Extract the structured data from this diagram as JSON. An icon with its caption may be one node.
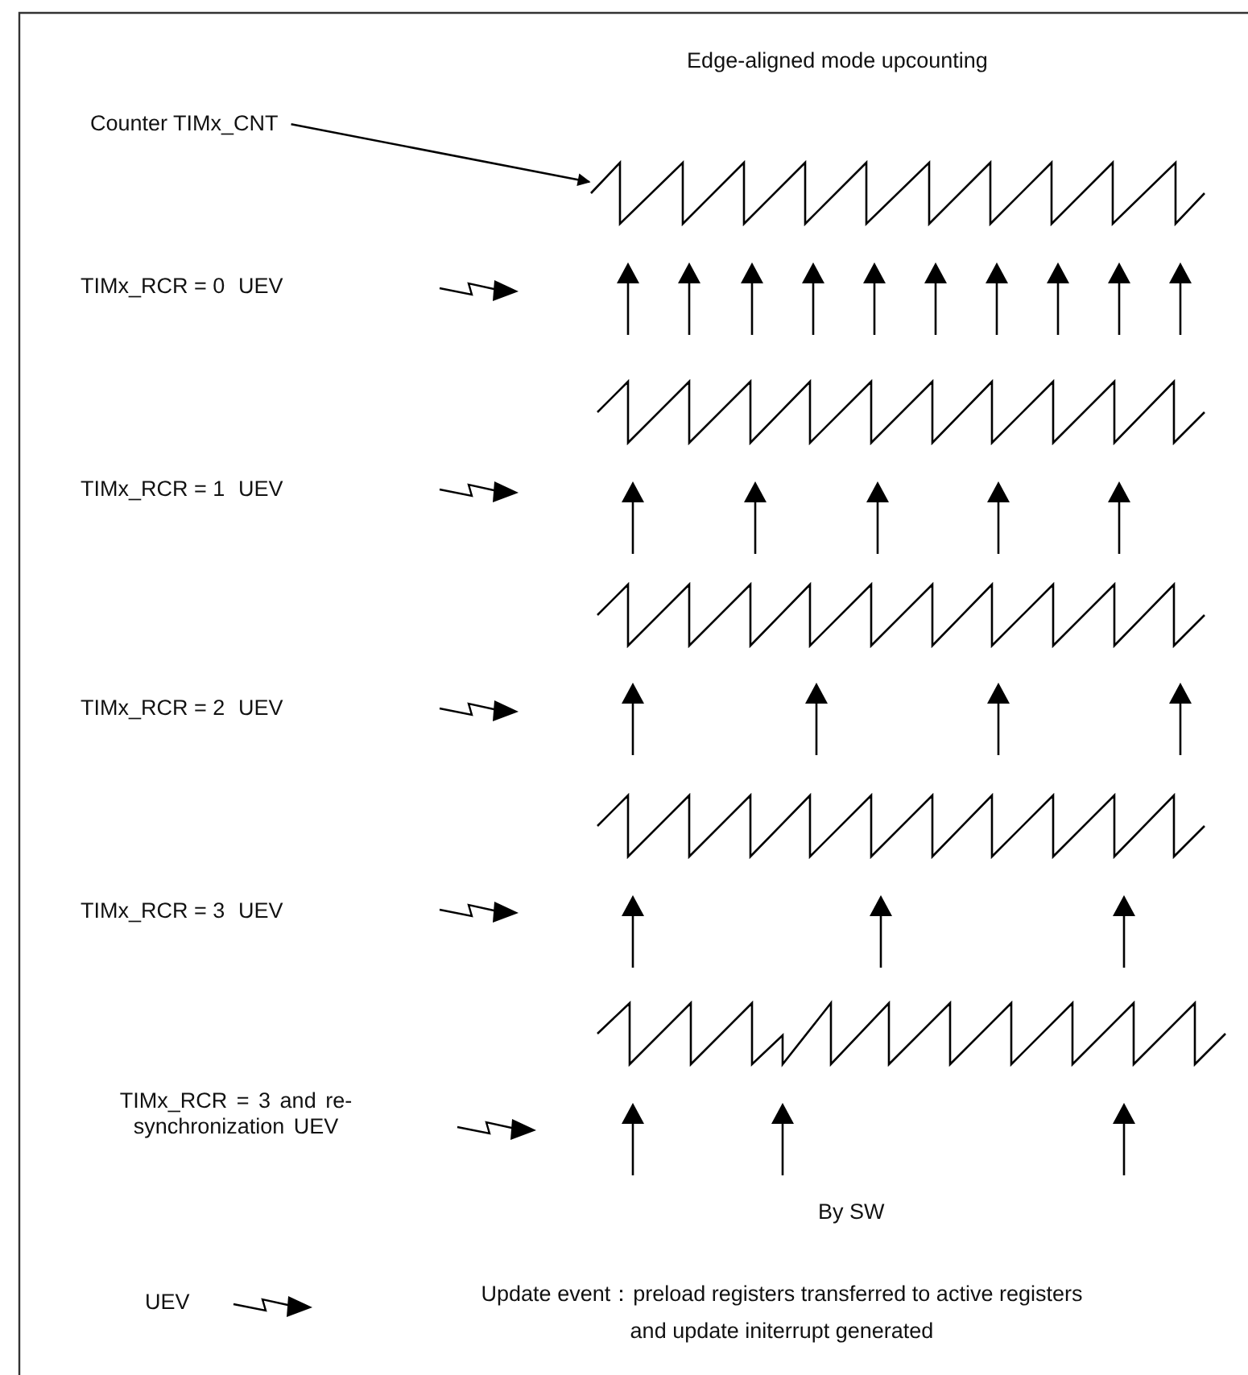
{
  "diagram": {
    "title": "Edge-aligned mode upcounting",
    "nodes": [
      {
        "text": [
          "Counter TIMx_CNT"
        ]
      },
      {
        "text": [],
        "shape": "picture"
      }
    ],
    "edges": [
      {
        "from": 0,
        "to": 1,
        "arrow": "to"
      }
    ],
    "labels": [
      "TIMx_RCR = 0",
      "UEV",
      "TIMx_RCR = 1",
      "UEV",
      "TIMx_RCR = 2",
      "UEV",
      "TIMx_RCR = 3",
      "UEV",
      "TIMx_RCR = 3 and re-synchronization UEV",
      "By SW",
      "UEV"
    ],
    "legend": [
      {
        "text": "Update event：preload registers transferred to active registers and update initerrupt generated"
      }
    ]
  }
}
